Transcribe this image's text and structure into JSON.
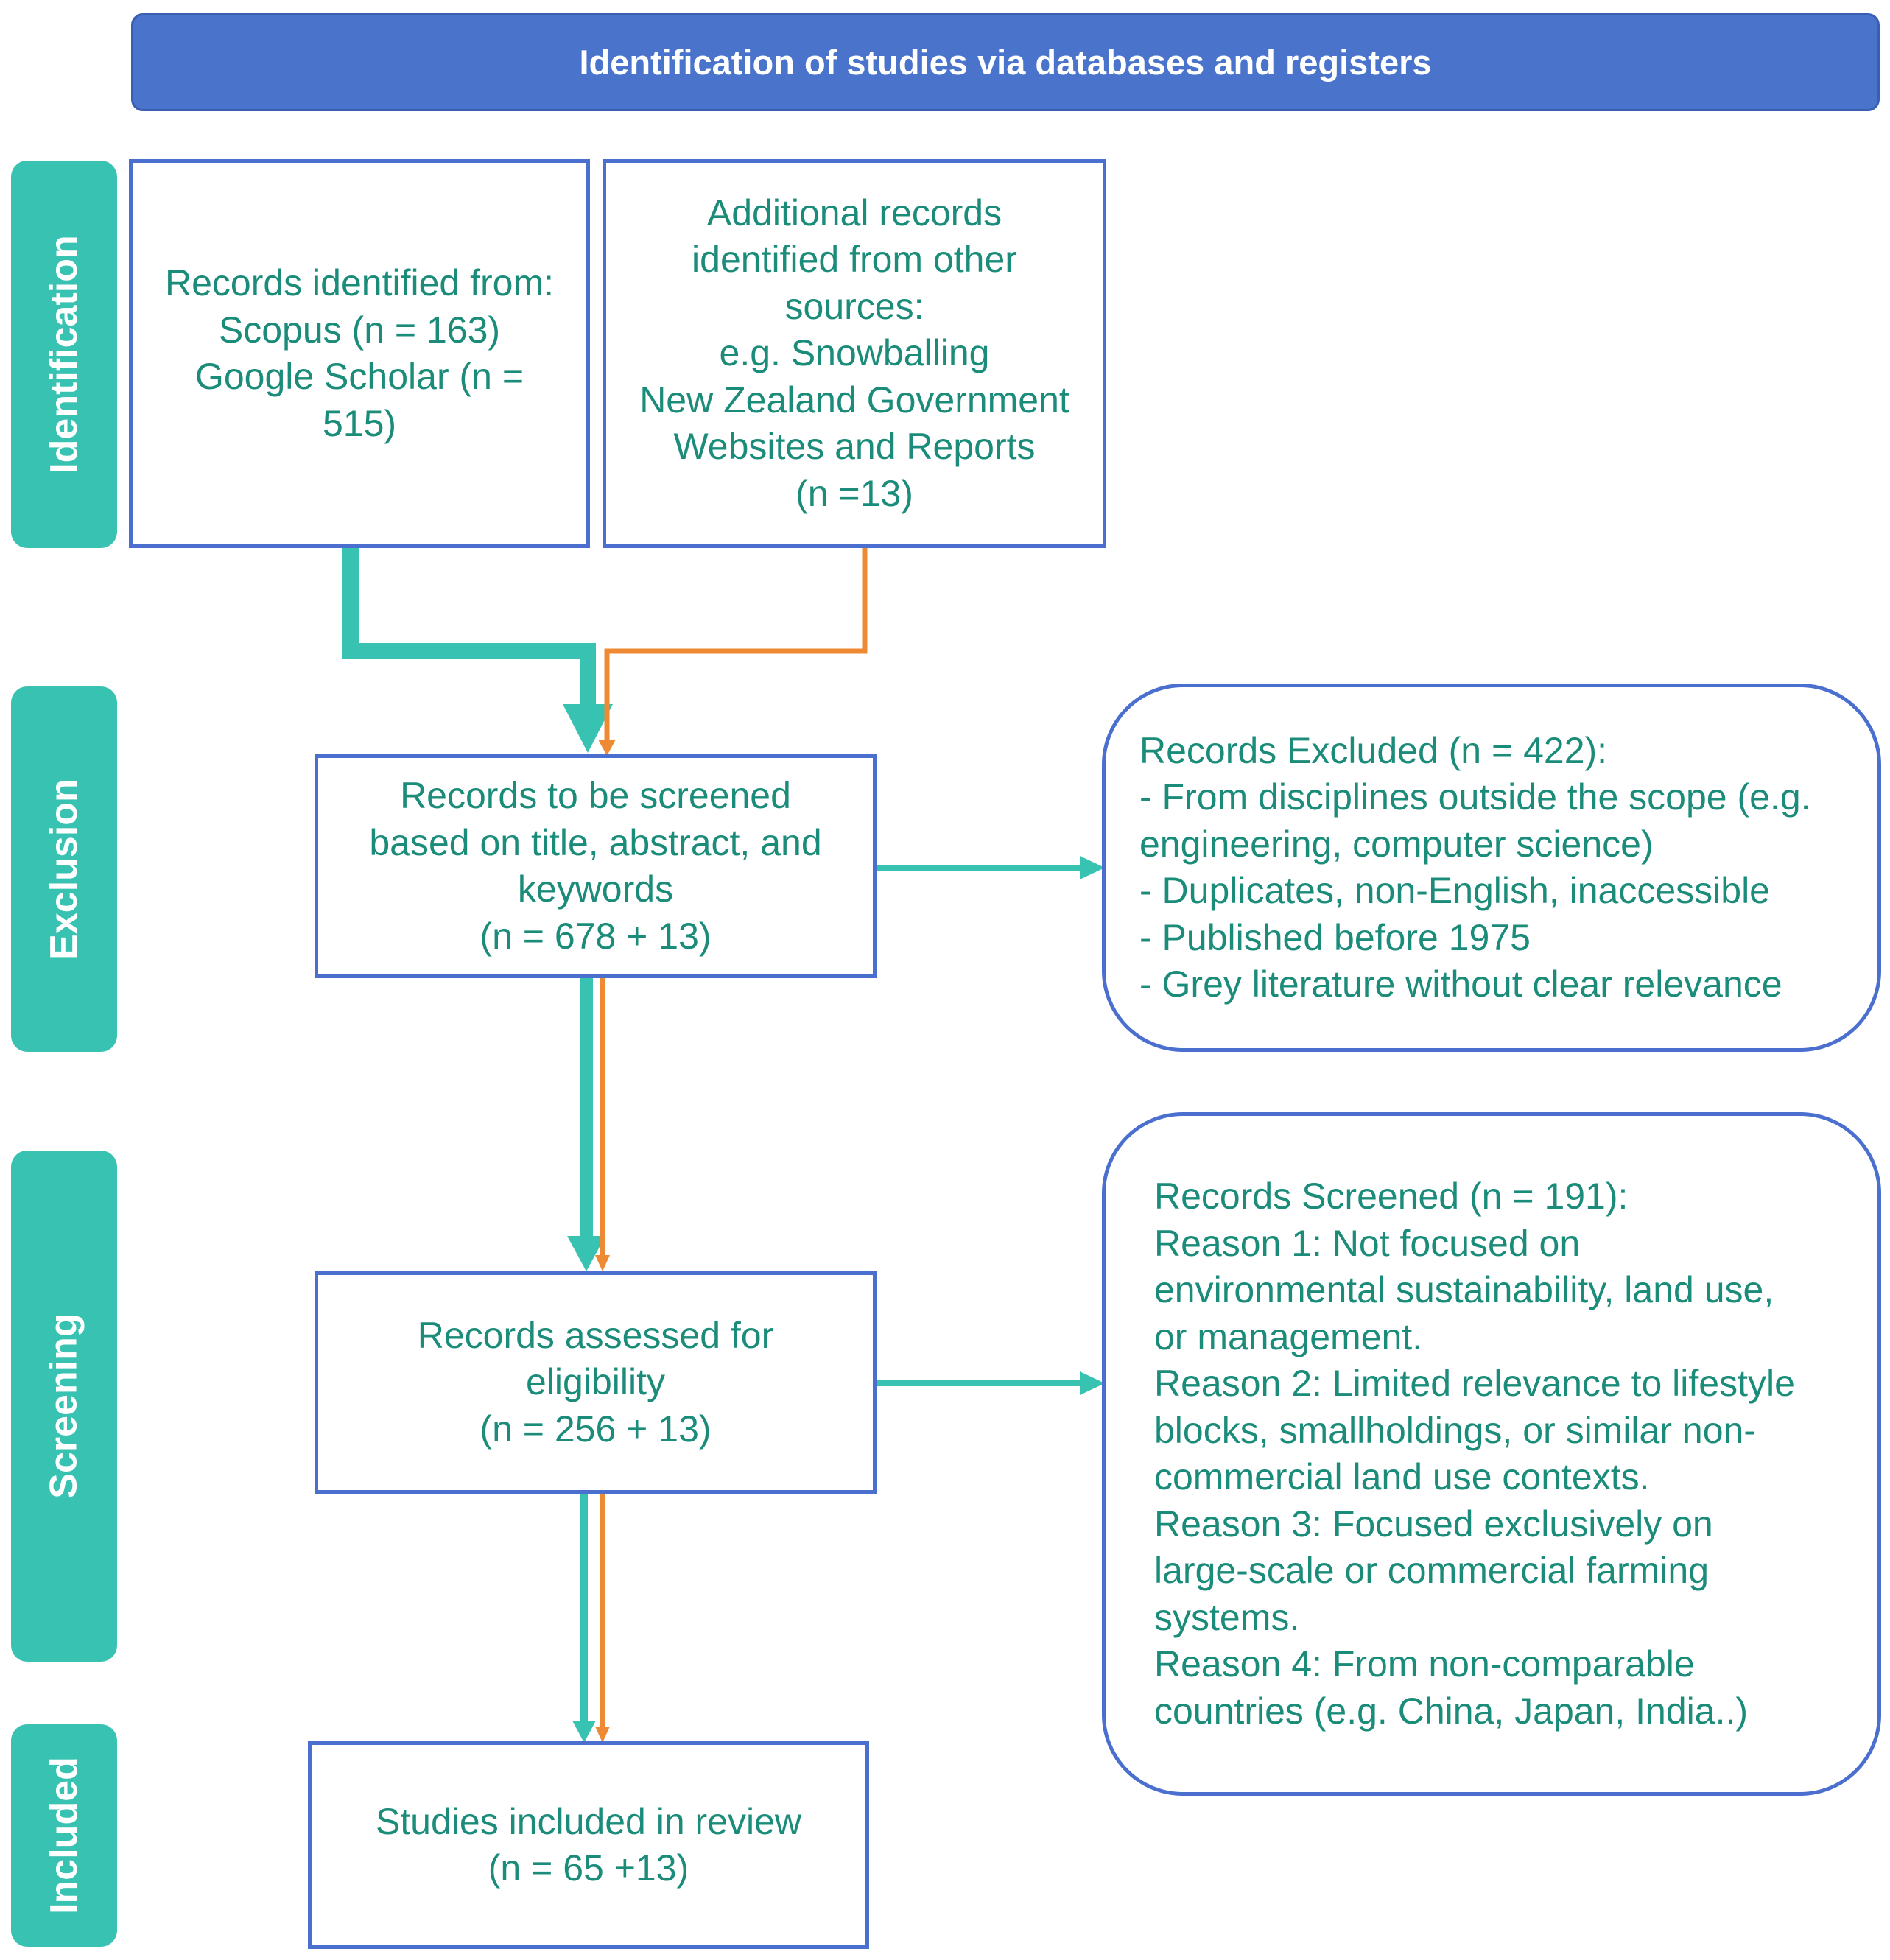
{
  "header": {
    "title": "Identification of studies via databases and registers"
  },
  "stages": {
    "identification": "Identification",
    "exclusion": "Exclusion",
    "screening": "Screening",
    "included": "Included"
  },
  "boxes": {
    "records_identified": [
      "Records identified from:",
      "Scopus (n = 163)",
      "Google Scholar (n =",
      "515)"
    ],
    "additional_records": [
      "Additional records",
      "identified from other",
      "sources:",
      "e.g. Snowballing",
      "New Zealand Government",
      "Websites and Reports",
      "(n =13)"
    ],
    "records_to_screen": [
      "Records to be screened",
      "based on title, abstract, and",
      "keywords",
      "(n = 678 + 13)"
    ],
    "records_excluded": [
      "Records Excluded (n = 422):",
      "- From disciplines outside the scope (e.g.",
      "engineering, computer science)",
      "- Duplicates, non-English, inaccessible",
      "- Published before 1975",
      "- Grey literature without clear relevance"
    ],
    "records_assessed": [
      "Records assessed for",
      "eligibility",
      "(n = 256 + 13)"
    ],
    "records_screened": [
      "Records Screened (n = 191):",
      "Reason 1: Not focused on",
      "environmental sustainability, land use,",
      "or management.",
      "Reason 2: Limited relevance to lifestyle",
      "blocks, smallholdings, or similar non-",
      "commercial land use contexts.",
      "Reason 3: Focused exclusively on",
      "large-scale or commercial farming",
      "systems.",
      "Reason 4: From non-comparable",
      "countries (e.g. China, Japan, India..)"
    ],
    "studies_included": [
      "Studies included in review",
      "(n = 65 +13)"
    ]
  },
  "colors": {
    "teal": "#38c2b2",
    "orange": "#ee8a33",
    "box_border": "#4a6fcf",
    "header_bg": "#4a73cc",
    "text": "#1b8c7a"
  }
}
